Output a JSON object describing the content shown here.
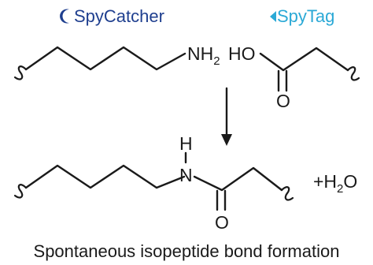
{
  "labels": {
    "spycatcher": "SpyCatcher",
    "spytag": "SpyTag",
    "amine_n": "NH",
    "amine_sub": "2",
    "hydroxyl": "HO",
    "carbonyl_o_top": "O",
    "amide_h": "H",
    "amide_n": "N",
    "carbonyl_o_bottom": "O",
    "water_plus": "+H",
    "water_sub": "2",
    "water_o": "O",
    "caption": "Spontaneous isopeptide bond formation"
  },
  "colors": {
    "spycatcher": "#1f3f8f",
    "spytag": "#2ba9d6",
    "ink": "#1a1a1a"
  },
  "icons": {
    "spycatcher": "spycatcher-crescent-icon",
    "spytag": "spytag-wedge-icon"
  }
}
